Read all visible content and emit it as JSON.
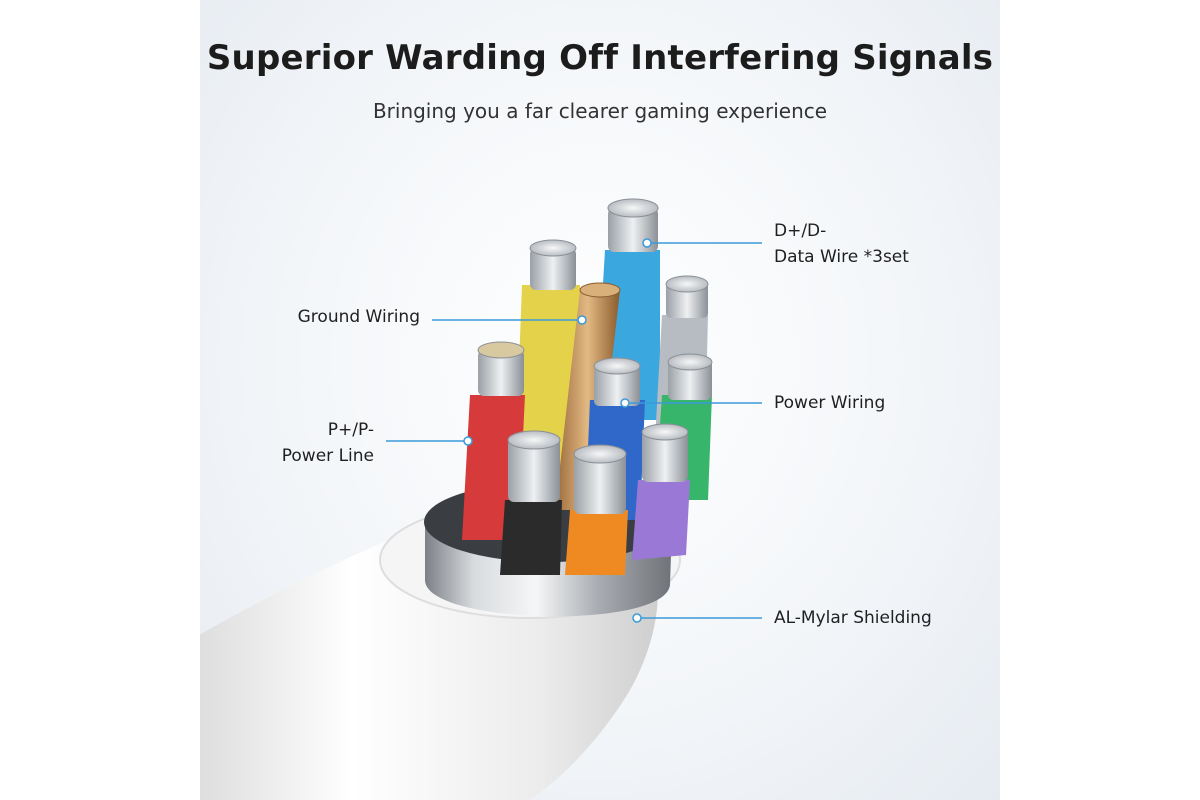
{
  "header": {
    "title": "Superior Warding Off Interfering Signals",
    "subtitle": "Bringing you a far clearer gaming experience"
  },
  "callouts": {
    "data_wire": {
      "line1": "D+/D-",
      "line2": "Data Wire *3set"
    },
    "ground_wiring": {
      "line1": "Ground Wiring"
    },
    "power_wiring": {
      "line1": "Power Wiring"
    },
    "power_line": {
      "line1": "P+/P-",
      "line2": "Power Line"
    },
    "shielding": {
      "line1": "AL-Mylar Shielding"
    }
  },
  "colors": {
    "leader_line": "#3a9ad9",
    "wire_blue_light": "#3aa7df",
    "wire_yellow": "#e3d24a",
    "wire_red": "#d63a3a",
    "wire_black": "#2b2b2b",
    "wire_blue": "#2f68c9",
    "wire_orange": "#ef8a22",
    "wire_purple": "#9a78d6",
    "wire_green": "#37b56a",
    "jacket": "#f2f2f2"
  }
}
